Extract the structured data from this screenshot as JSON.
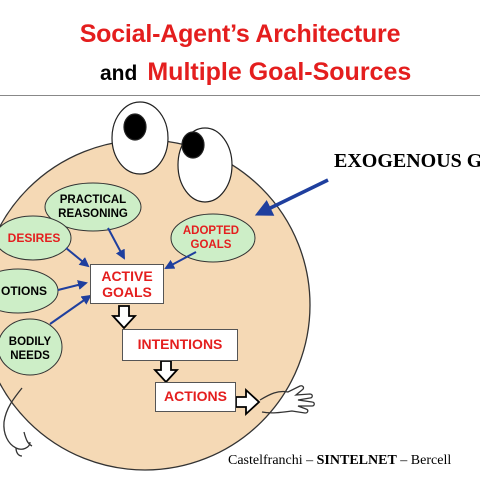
{
  "title": {
    "line1": "Social-Agent’s Architecture",
    "line2_and": "and",
    "line2_rest": "Multiple Goal-Sources"
  },
  "exogenous_label": "EXOGENOUS G",
  "nodes": {
    "practical_reasoning": "PRACTICAL REASONING",
    "desires": "DESIRES",
    "adopted_goals": "ADOPTED GOALS",
    "emotions": "OTIONS",
    "bodily_needs": "BODILY NEEDS",
    "active_goals": "ACTIVE GOALS",
    "intentions": "INTENTIONS",
    "actions": "ACTIONS"
  },
  "footer": {
    "author": "Castelfranchi –",
    "project": "SINTELNET",
    "place": "– Bercell"
  },
  "colors": {
    "title_red": "#e41e1e",
    "body_fill": "#f5d9b5",
    "ellipse_fill": "#cdeec7",
    "arrow_blue": "#1f3f9e"
  }
}
